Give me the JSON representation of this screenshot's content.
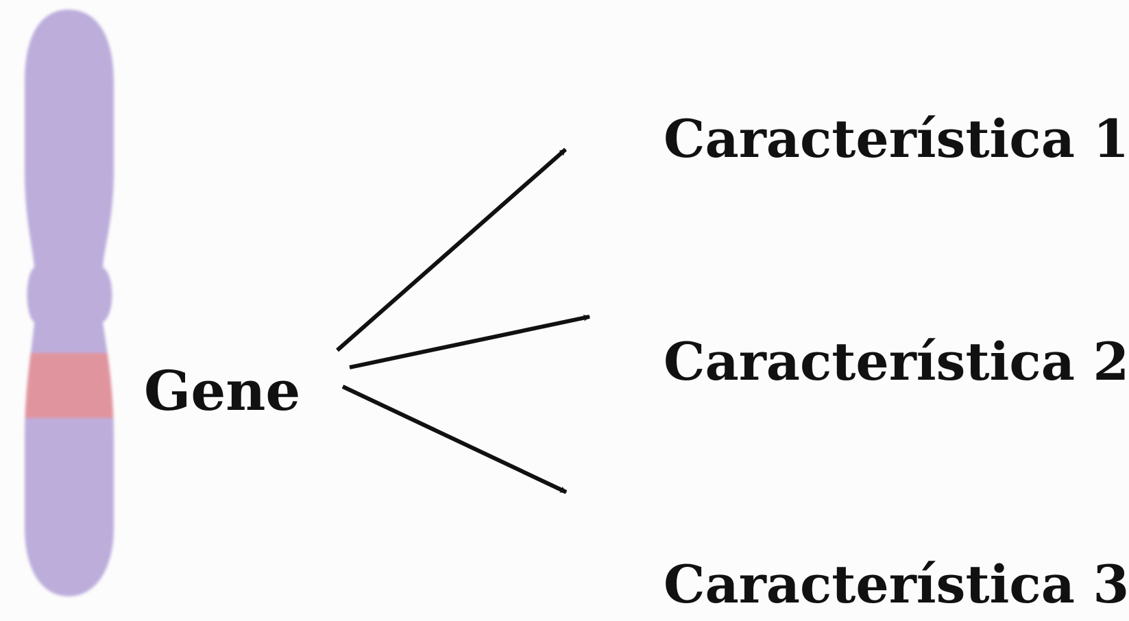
{
  "gene": {
    "label": "Gene"
  },
  "characteristics": [
    {
      "label": "Característica 1"
    },
    {
      "label": "Característica 2"
    },
    {
      "label": "Característica 3"
    }
  ],
  "colors": {
    "chromosome": "#bcaddb",
    "gene_band": "#e0949e",
    "arrows": "#111111",
    "background": "#fdfcfc"
  },
  "icons": {
    "chromosome": "chromosome-icon"
  }
}
